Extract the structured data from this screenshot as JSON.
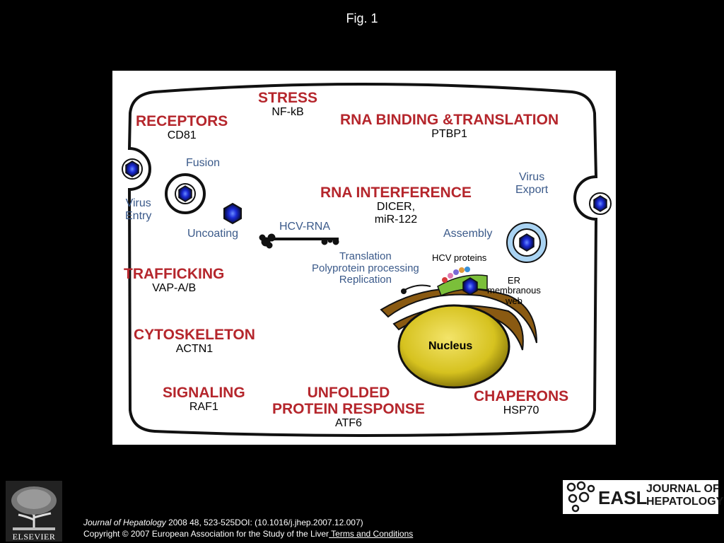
{
  "header": {
    "title": "Fig. 1"
  },
  "diagram": {
    "stress": {
      "title": "STRESS",
      "sub": "NF-kB"
    },
    "receptors": {
      "title": "RECEPTORS",
      "sub": "CD81"
    },
    "rna_binding": {
      "title": "RNA BINDING &TRANSLATION",
      "sub": "PTBP1"
    },
    "fusion": "Fusion",
    "virus_entry": [
      "Virus",
      "Entry"
    ],
    "uncoating": "Uncoating",
    "hcv_rna": "HCV-RNA",
    "rna_interference": {
      "title": "RNA INTERFERENCE",
      "sub": [
        "DICER,",
        "miR-122"
      ]
    },
    "virus_export": [
      "Virus",
      "Export"
    ],
    "assembly": "Assembly",
    "processes": [
      "Translation",
      "Polyprotein processing",
      "Replication"
    ],
    "hcv_proteins": "HCV proteins",
    "er_web": [
      "ER",
      "membranous",
      "web"
    ],
    "trafficking": {
      "title": "TRAFFICKING",
      "sub": "VAP-A/B"
    },
    "cytoskeleton": {
      "title": "CYTOSKELETON",
      "sub": "ACTN1"
    },
    "nucleus": "Nucleus",
    "signaling": {
      "title": "SIGNALING",
      "sub": "RAF1"
    },
    "upr": {
      "title": [
        "UNFOLDED",
        "PROTEIN RESPONSE"
      ],
      "sub": "ATF6"
    },
    "chaperons": {
      "title": "CHAPERONS",
      "sub": "HSP70"
    },
    "colors": {
      "category": "#b5262c",
      "step": "#3b5a8a",
      "nucleus": "#d6c21f",
      "virion": "#1b2bd6"
    }
  },
  "footer": {
    "journal": "Journal of Hepatology",
    "citation": " 2008 48, 523-525DOI: (10.1016/j.jhep.2007.12.007)",
    "copyright": "Copyright © 2007 European Association for the Study of the Liver",
    "terms_link": " Terms and Conditions"
  },
  "logos": {
    "elsevier": "ELSEVIER",
    "easl": "EASL",
    "journal_line1": "JOURNAL OF",
    "journal_line2": "HEPATOLOGY"
  }
}
